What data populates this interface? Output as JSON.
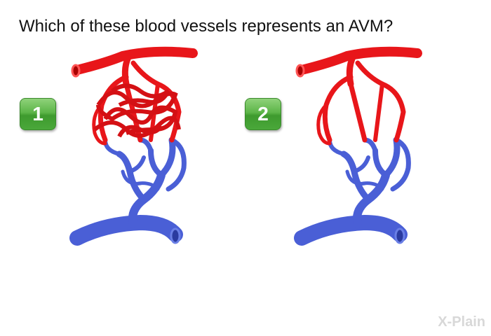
{
  "question": "Which of these blood vessels represents an AVM?",
  "choices": [
    {
      "label": "1"
    },
    {
      "label": "2"
    }
  ],
  "logo": "X-Plain",
  "colors": {
    "artery": "#e8161a",
    "vein": "#4a5fd6",
    "button": "#5cb548"
  }
}
